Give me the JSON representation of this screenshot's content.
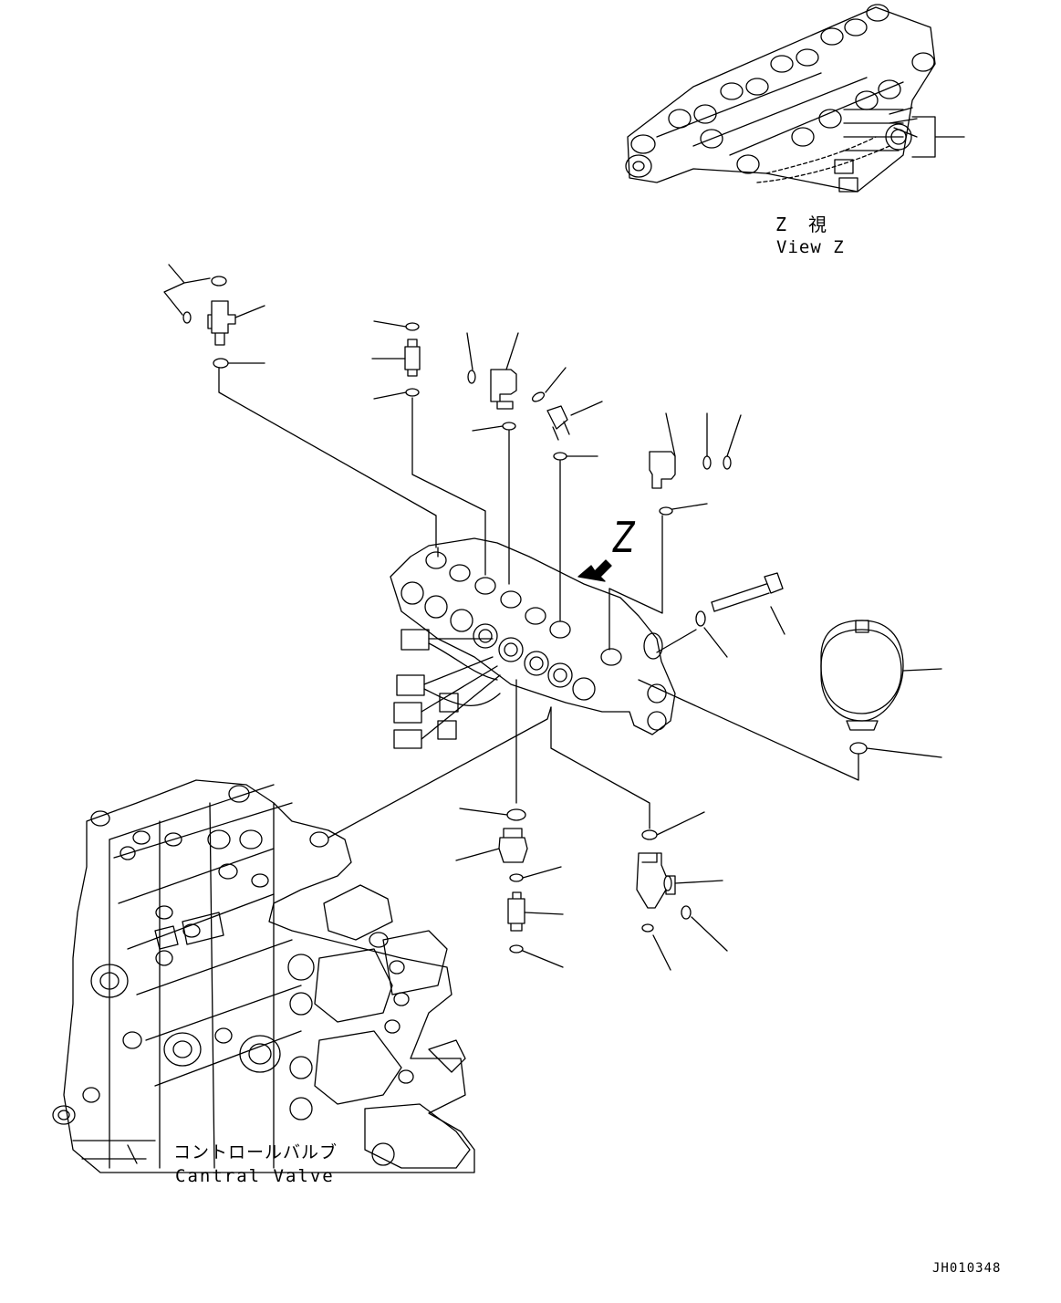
{
  "view_z": {
    "title": "Z　視",
    "subtitle": "View Z"
  },
  "arrow_label": "Z",
  "control_valve": {
    "label_jp": "コントロールバルブ",
    "label_en": "Cantral Valve"
  },
  "drawing_number": "JH010348"
}
